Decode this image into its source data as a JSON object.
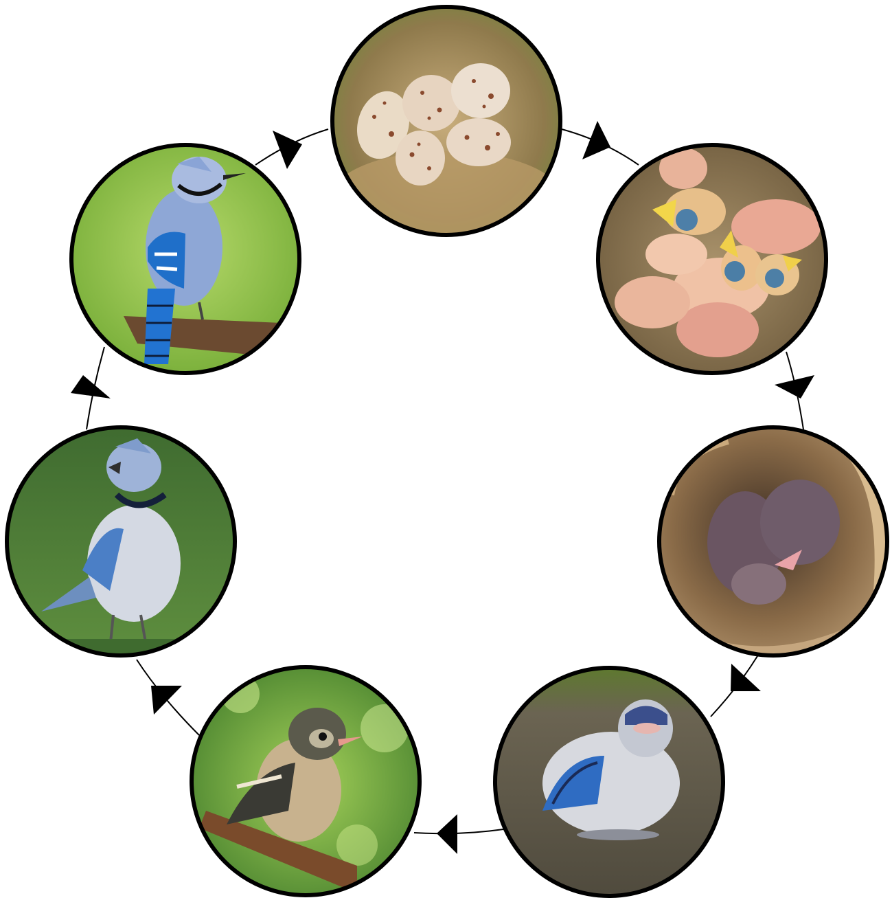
{
  "diagram": {
    "type": "life-cycle",
    "direction": "clockwise",
    "stages": [
      {
        "id": "eggs",
        "icon": "speckled-eggs-in-nest-icon",
        "palette": {
          "bg": "#6f8a3a",
          "mid": "#b59a6a",
          "accent": "#e9d7c2"
        }
      },
      {
        "id": "hatchlings",
        "icon": "pink-hatchlings-in-nest-icon",
        "palette": {
          "bg": "#7d6a48",
          "mid": "#e8b79a",
          "accent": "#3f6f99"
        }
      },
      {
        "id": "nestlings",
        "icon": "downy-nestlings-in-nest-icon",
        "palette": {
          "bg": "#7a5e3e",
          "mid": "#a78a6c",
          "accent": "#5a4b55"
        }
      },
      {
        "id": "fledgling",
        "icon": "fluffy-fledgling-on-ground-icon",
        "palette": {
          "bg": "#5f5a4a",
          "mid": "#d9dbe2",
          "accent": "#2b62b5"
        }
      },
      {
        "id": "juvenile",
        "icon": "juvenile-bird-on-branch-icon",
        "palette": {
          "bg": "#6fa53a",
          "mid": "#c9b48f",
          "accent": "#3c3a34"
        }
      },
      {
        "id": "adult-standing",
        "icon": "adult-blue-jay-on-grass-icon",
        "palette": {
          "bg": "#4e7d3a",
          "mid": "#cfd6e2",
          "accent": "#4a78bf"
        }
      },
      {
        "id": "adult-perched",
        "icon": "adult-blue-jay-perched-icon",
        "palette": {
          "bg": "#85b83c",
          "mid": "#9fb1d6",
          "accent": "#1f6fc9"
        }
      }
    ],
    "colors": {
      "ring": "#000000",
      "arrow": "#000000",
      "background": "#ffffff"
    }
  }
}
